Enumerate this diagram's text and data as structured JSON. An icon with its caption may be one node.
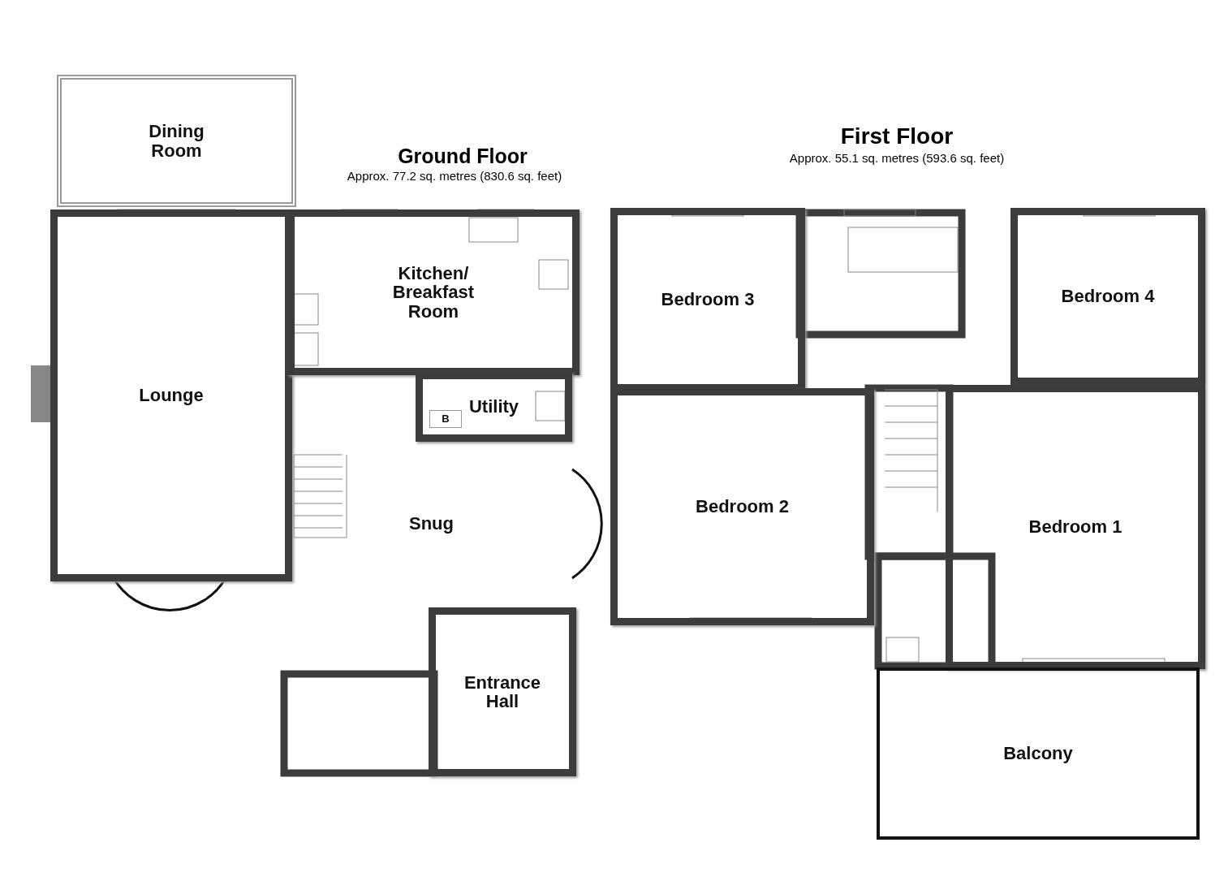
{
  "diagram": {
    "nodes": [
      {
        "text": [
          "Dining Room"
        ]
      },
      {
        "text": [
          "Lounge"
        ]
      },
      {
        "text": [
          "Kitchen/ Breakfast Room"
        ]
      },
      {
        "text": [
          "Utility"
        ]
      },
      {
        "text": [
          "B"
        ],
        "in": 3
      },
      {
        "text": [
          "Snug"
        ]
      },
      {
        "text": [
          "Entrance Hall"
        ]
      },
      {
        "text": [
          "Bedroom 3"
        ]
      },
      {
        "text": [
          "Bedroom 4"
        ]
      },
      {
        "text": [
          "Bedroom 2"
        ]
      },
      {
        "text": [
          "Bedroom 1"
        ]
      },
      {
        "text": [
          "Balcony"
        ]
      }
    ],
    "labels": [
      "Ground Floor",
      "Approx. 77.2 sq. metres (830.6 sq. feet)",
      "First Floor",
      "Approx. 55.1 sq. metres (593.6 sq. feet)"
    ]
  }
}
